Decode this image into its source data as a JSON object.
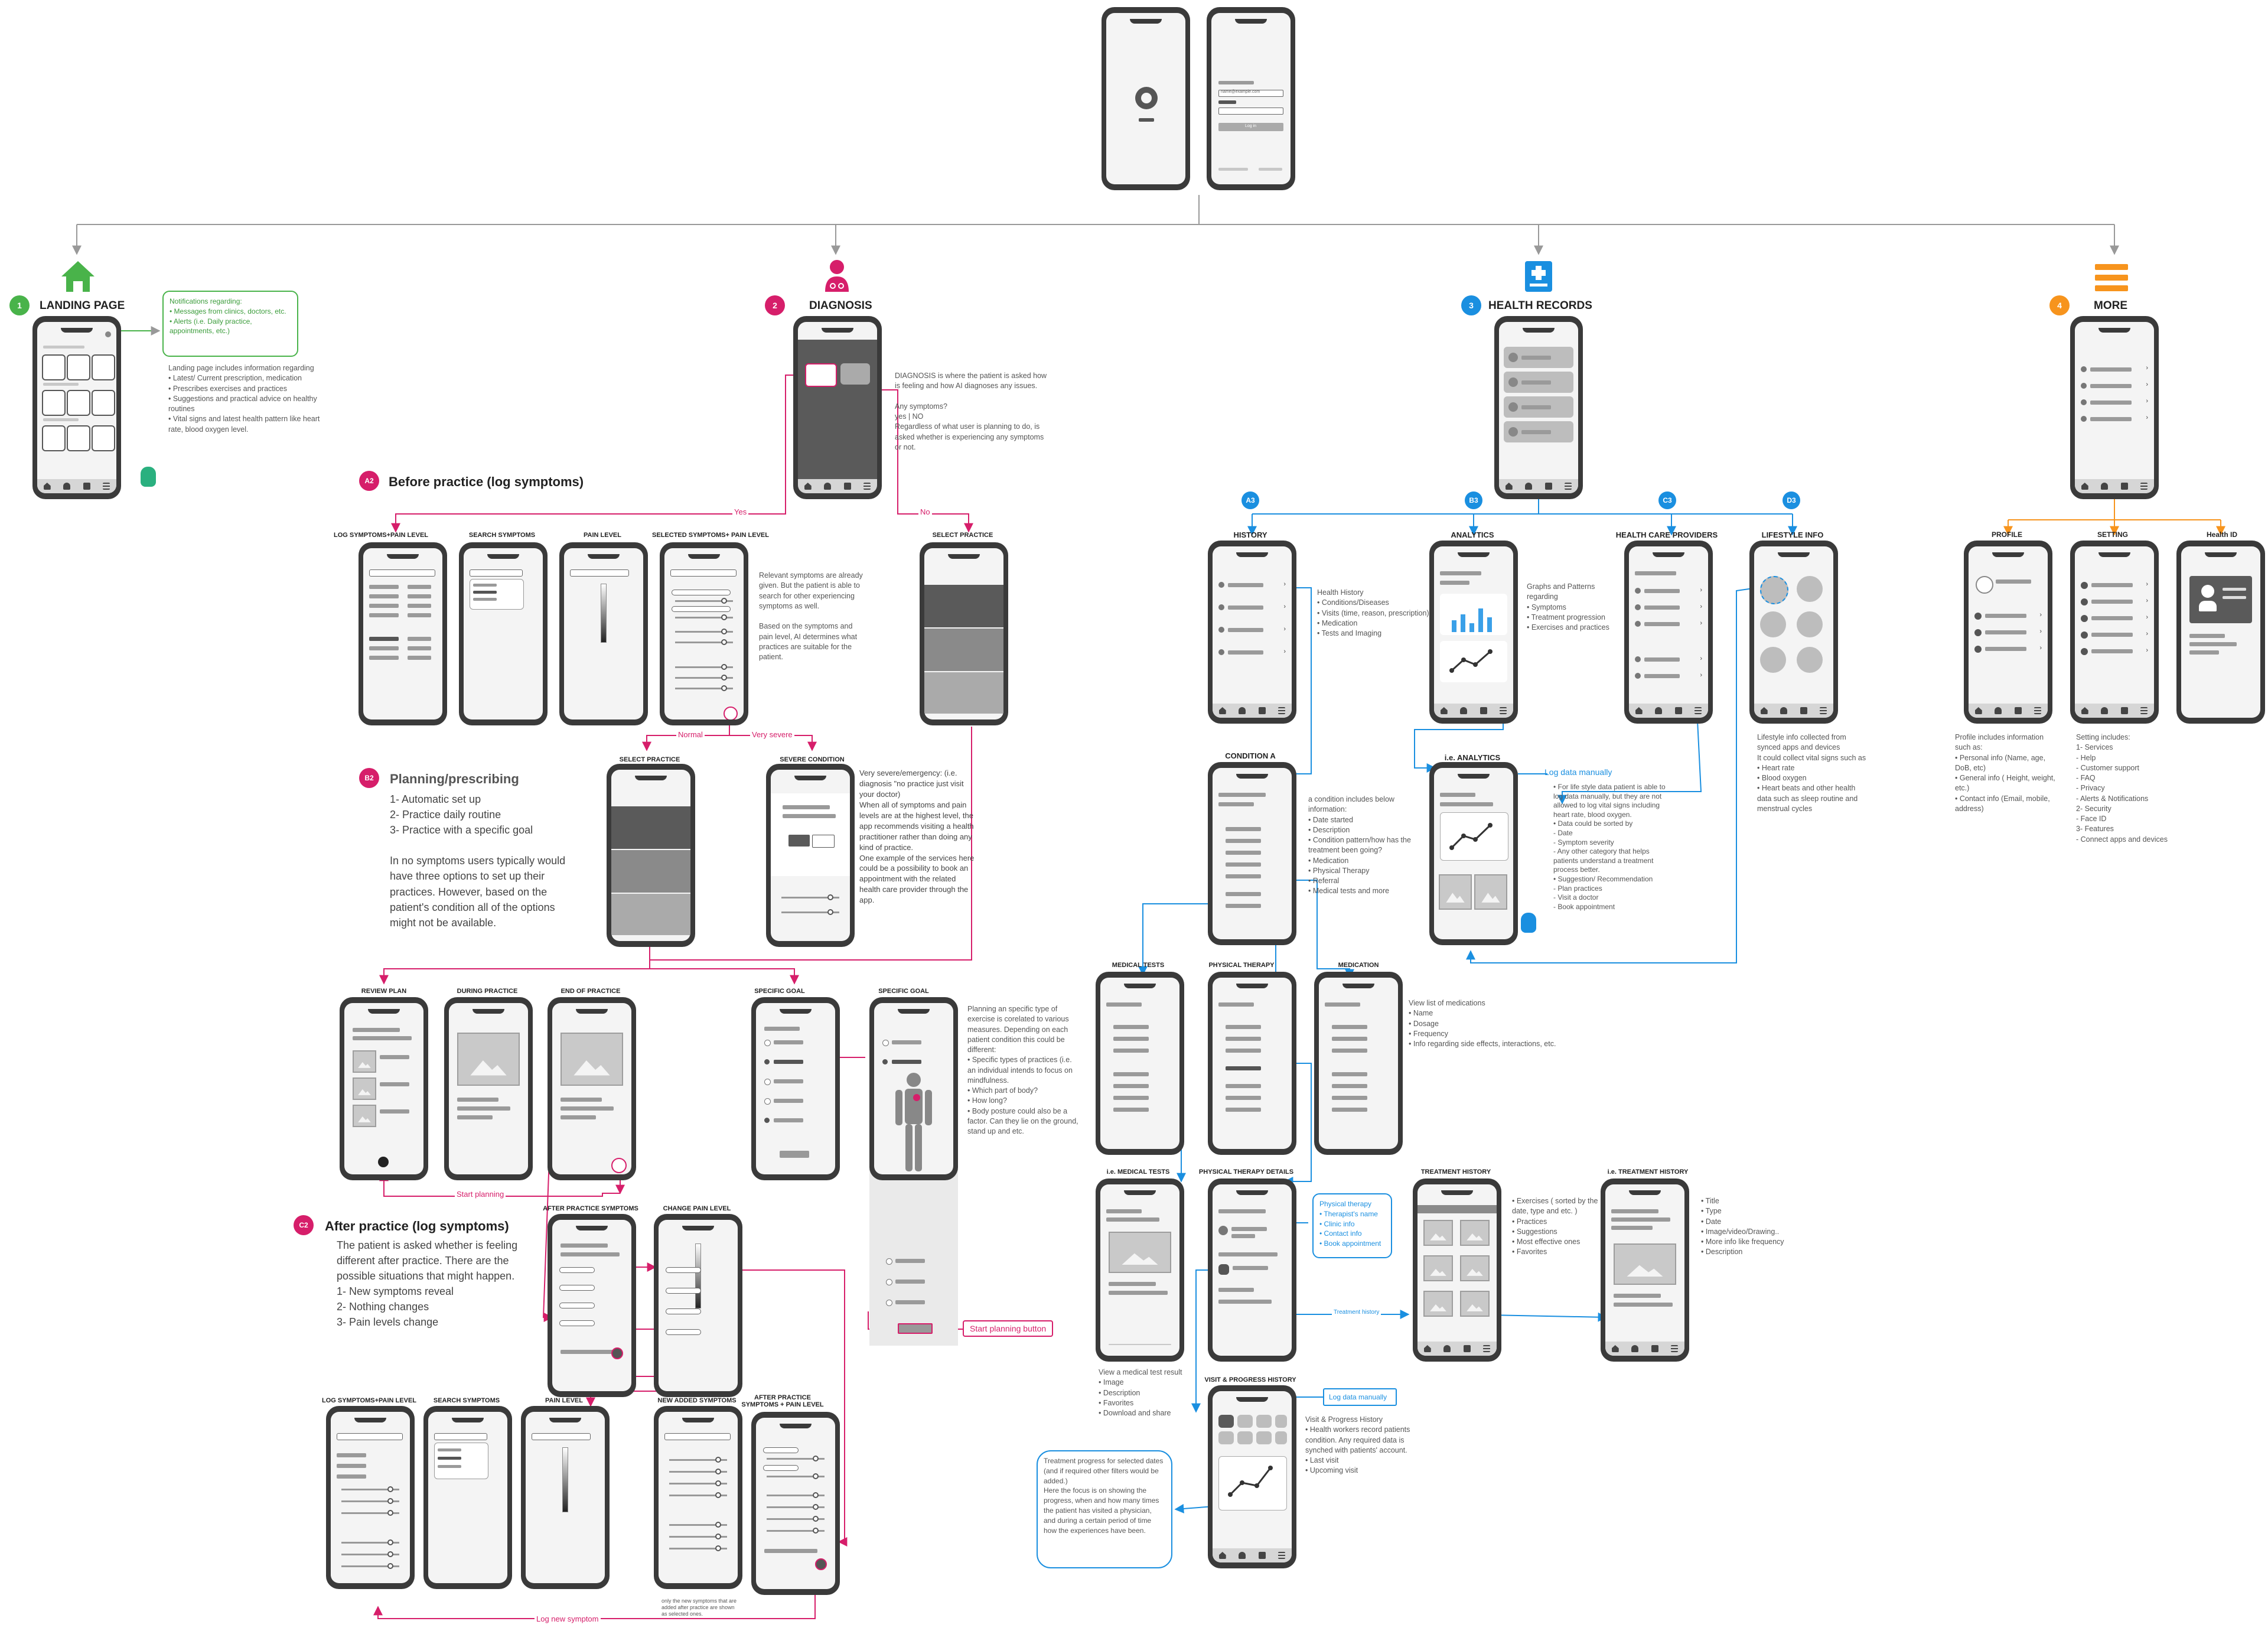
{
  "colors": {
    "green": "#49b34a",
    "pink": "#d61e6a",
    "blue": "#1a8fe0",
    "orange": "#f7941d",
    "grey": "#9a9a9a"
  },
  "sections": [
    {
      "num": "1",
      "title": "LANDING PAGE",
      "color": "#49b34a",
      "icon": "home-icon"
    },
    {
      "num": "2",
      "title": "DIAGNOSIS",
      "color": "#d61e6a",
      "icon": "doctor-icon"
    },
    {
      "num": "3",
      "title": "HEALTH RECORDS",
      "color": "#1a8fe0",
      "icon": "medical-record-icon"
    },
    {
      "num": "4",
      "title": "MORE",
      "color": "#f7941d",
      "icon": "menu-icon"
    }
  ],
  "subsections": {
    "a2": {
      "num": "A2",
      "title": "Before practice (log symptoms)"
    },
    "b2": {
      "num": "B2",
      "title": "Planning/prescribing"
    },
    "c2": {
      "num": "C2",
      "title": "After practice (log symptoms)"
    },
    "a3": "A3",
    "b3": "B3",
    "c3": "C3",
    "d3": "D3"
  },
  "screens": {
    "log_symptoms_pain_1": "LOG SYMPTOMS+PAIN LEVEL",
    "search_symptoms_1": "SEARCH SYMPTOMS",
    "pain_level_1": "PAIN LEVEL",
    "selected_symptoms_1": "SELECTED SYMPTOMS+ PAIN LEVEL",
    "select_practice_1": "SELECT PRACTICE",
    "select_practice_2": "SELECT PRACTICE",
    "severe_condition": "SEVERE CONDITION",
    "review_plan": "REVIEW PLAN",
    "during_practice": "DURING PRACTICE",
    "end_of_practice": "END OF PRACTICE",
    "specific_goal_1": "SPECIFIC GOAL",
    "specific_goal_2": "SPECIFIC GOAL",
    "after_practice_symptoms": "AFTER PRACTICE SYMPTOMS",
    "change_pain_level": "CHANGE PAIN LEVEL",
    "log_symptoms_pain_2": "LOG SYMPTOMS+PAIN LEVEL",
    "search_symptoms_2": "SEARCH SYMPTOMS",
    "pain_level_2": "PAIN LEVEL",
    "new_added_symptoms": "NEW ADDED SYMPTOMS",
    "after_practice_symptoms_pain": "AFTER PRACTICE SYMPTOMS + PAIN LEVEL",
    "history": "HISTORY",
    "analytics": "ANALYTICS",
    "health_care_providers": "HEALTH CARE PROVIDERS",
    "lifestyle_info": "LIFESTYLE INFO",
    "ie_analytics": "i.e. ANALYTICS",
    "condition_a": "CONDITION A",
    "medical_tests": "MEDICAL TESTS",
    "physical_therapy": "PHYSICAL THERAPY",
    "medication": "MEDICATION",
    "ie_medical_tests": "i.e. MEDICAL TESTS",
    "physical_therapy_details": "PHYSICAL THERAPY DETAILS",
    "treatment_history": "TREATMENT HISTORY",
    "ie_treatment_history": "i.e. TREATMENT HISTORY",
    "visit_progress_history": "VISIT & PROGRESS HISTORY",
    "profile": "PROFILE",
    "setting": "SETTING",
    "health_id": "Health ID"
  },
  "notes": {
    "landing_notifications": "Notifications regarding:\n• Messages from clinics, doctors, etc.\n• Alerts (i.e. Daily practice, appointments, etc.)",
    "landing_page": "Landing page includes information regarding\n• Latest/ Current prescription, medication\n• Prescribes exercises and practices\n• Suggestions and practical advice on healthy routines\n• Vital signs and latest health pattern like heart rate, blood oxygen level.",
    "diagnosis": "DIAGNOSIS is where the patient is asked how is feeling and how AI diagnoses any issues.\n\nAny symptoms?\nyes | NO\nRegardless of what user is planning to do, is asked whether is experiencing any symptoms or not.",
    "relevant_symptoms": "Relevant symptoms are already given. But the patient is able to search for other experiencing symptoms as well.\n\nBased on the symptoms and pain level, AI determines what practices are suitable for the patient.",
    "planning": "1- Automatic set up\n2- Practice daily routine\n3- Practice with a specific goal\n\nIn no symptoms users typically would have three options to set up their practices. However, based on the patient's condition all of the options might not be available.",
    "severe": "Very severe/emergency: (i.e. diagnosis \"no practice just visit your doctor)\nWhen all of symptoms and pain levels are at the highest level, the app recommends visiting a health practitioner rather than doing any kind of practice.\nOne example of the services here could be a possibility to book an appointment with the related health care provider through the app.",
    "specific_goal": "Planning an specific type of exercise is corelated to various measures. Depending on each patient condition this could be different:\n• Specific types of practices (i.e. an individual intends to focus on mindfulness.\n• Which part of body?\n• How long?\n• Body posture could also be a factor. Can they lie on the ground, stand up and etc.",
    "after_practice": "The patient is asked whether is feeling different after practice. There are the possible situations that might happen.\n1- New symptoms reveal\n2- Nothing changes\n3- Pain levels change",
    "only_new_symptoms": "only the new symptoms that are added after practice are shown as selected ones.",
    "health_history": "Health History\n• Conditions/Diseases\n• Visits (time, reason, prescription)\n• Medication\n• Tests and Imaging",
    "analytics": "Graphs and Patterns regarding\n• Symptoms\n• Treatment progression\n• Exercises and practices",
    "log_data_manually": "Log data manually",
    "log_data_notes": "• For life style data patient is able to log data manually, but they are not allowed to log vital signs including heart rate, blood oxygen.\n• Data could be sorted by\n  - Date\n  - Symptom severity\n  - Any other category that helps patients understand a treatment process better.\n• Suggestion/ Recommendation\n  - Plan practices\n  - Visit a doctor\n  - Book appointment",
    "condition": "a condition includes below information:\n• Date started\n• Description\n• Condition pattern/how has the treatment been going?\n• Medication\n• Physical Therapy\n• Referral\n• Medical tests and more",
    "lifestyle": "Lifestyle info collected from synced apps and devices\nIt could collect vital signs such as\n• Heart rate\n• Blood oxygen\n• Heart beats and other health data such as sleep routine and menstrual cycles",
    "medication": "View list of medications\n• Name\n• Dosage\n• Frequency\n• Info regarding side effects, interactions, etc.",
    "physical_therapy_box": "Physical therapy\n• Therapist's name\n• Clinic info\n• Contact info\n• Book appointment",
    "treatment_history": "• Exercises ( sorted by the date, type and etc. )\n• Practices\n• Suggestions\n• Most effective ones\n• Favorites",
    "ie_treatment_history": "• Title\n• Type\n• Date\n• Image/video/Drawing..\n• More info like frequency\n• Description",
    "medical_test_result": "View a medical test result\n• Image\n• Description\n• Favorites\n• Download and share",
    "visit_progress": "Visit & Progress History\n• Health workers record patients condition. Any required data is synched with patients' account.\n• Last visit\n• Upcoming visit",
    "treatment_progress": "Treatment progress for selected dates (and if required other filters would be added.)\nHere the focus is on showing the progress, when and how many times the patient has visited a physician, and during a certain period of time how the experiences have been.",
    "profile": "Profile includes information such as:\n• Personal info (Name, age, DoB, etc)\n• General info ( Height, weight, etc.)\n• Contact info (Email, mobile, address)",
    "setting": "Setting includes:\n1- Services\n  - Help\n  - Customer support\n  - FAQ\n  - Privacy\n  - Alerts & Notifications\n2- Security\n  - Face ID\n3- Features\n  - Connect apps and devices"
  },
  "edge_labels": {
    "yes": "Yes",
    "no": "No",
    "normal": "Normal",
    "very_severe": "Very severe",
    "start_planning": "Start planning",
    "log_new_symptom": "Log new symptom",
    "start_planning_button": "Start planning button",
    "treatment_history_link": "Treatment history"
  },
  "login_screen": {
    "email": "name@example.com",
    "login_label": "Log in"
  }
}
